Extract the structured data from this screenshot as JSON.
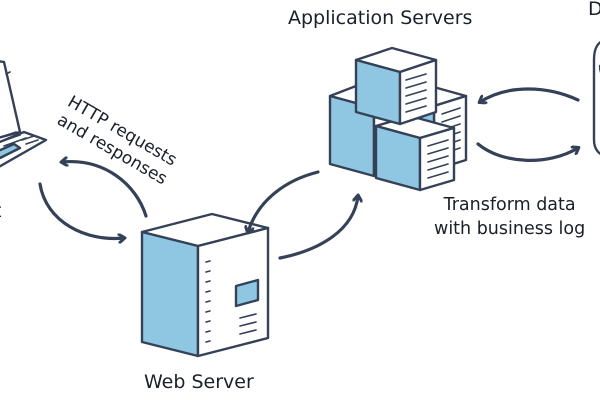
{
  "labels": {
    "client": "t",
    "app_servers": "Application Servers",
    "database": "D",
    "web_server": "Web Server",
    "http_line1": "HTTP requests",
    "http_line2": "and responses",
    "transform_line1": "Transform data",
    "transform_line2": "with business log"
  },
  "colors": {
    "server_fill": "#8fc7e3",
    "stroke": "#344157",
    "background": "#ffffff"
  }
}
